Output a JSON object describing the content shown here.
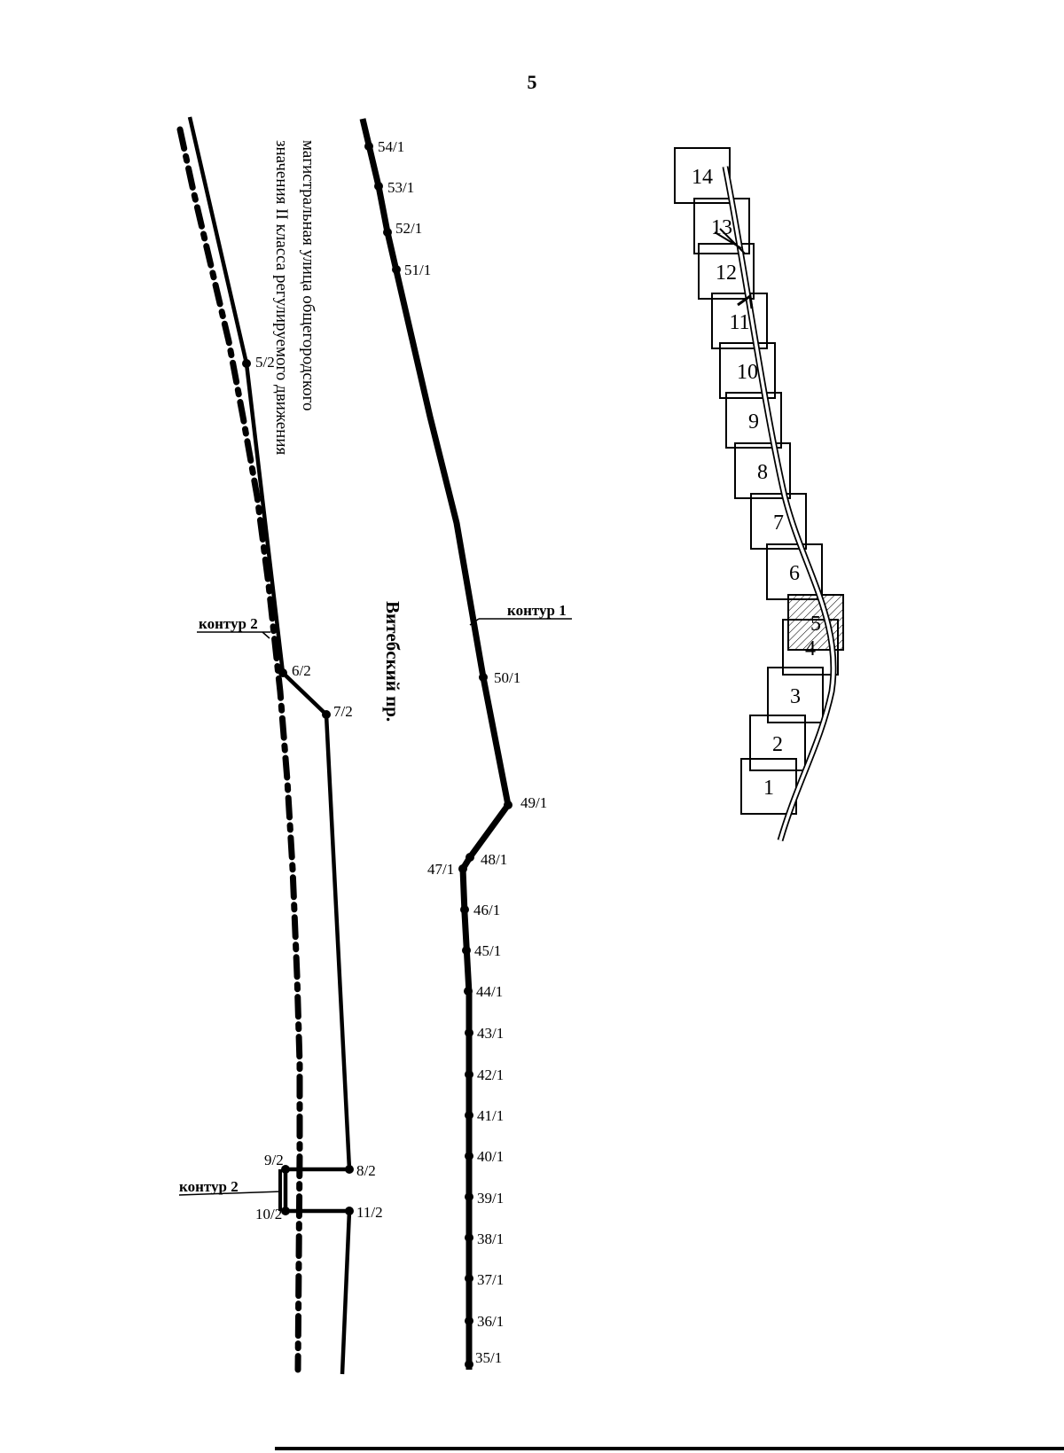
{
  "page_number": "5",
  "street_label": {
    "line1": "магистральная улица общегородского",
    "line2": "значения II класса регулируемого движения"
  },
  "avenue_label": "Витебский пр.",
  "callouts": {
    "contour1": "контур 1",
    "contour2_upper": "контур 2",
    "contour2_lower": "контур 2"
  },
  "contour1_points": [
    {
      "id": "54/1",
      "label": "54/1"
    },
    {
      "id": "53/1",
      "label": "53/1"
    },
    {
      "id": "52/1",
      "label": "52/1"
    },
    {
      "id": "51/1",
      "label": "51/1"
    },
    {
      "id": "50/1",
      "label": "50/1"
    },
    {
      "id": "49/1",
      "label": "49/1"
    },
    {
      "id": "48/1",
      "label": "48/1"
    },
    {
      "id": "47/1",
      "label": "47/1"
    },
    {
      "id": "46/1",
      "label": "46/1"
    },
    {
      "id": "45/1",
      "label": "45/1"
    },
    {
      "id": "44/1",
      "label": "44/1"
    },
    {
      "id": "43/1",
      "label": "43/1"
    },
    {
      "id": "42/1",
      "label": "42/1"
    },
    {
      "id": "41/1",
      "label": "41/1"
    },
    {
      "id": "40/1",
      "label": "40/1"
    },
    {
      "id": "39/1",
      "label": "39/1"
    },
    {
      "id": "38/1",
      "label": "38/1"
    },
    {
      "id": "37/1",
      "label": "37/1"
    },
    {
      "id": "36/1",
      "label": "36/1"
    },
    {
      "id": "35/1",
      "label": "35/1"
    }
  ],
  "contour2_points": [
    {
      "id": "5/2",
      "label": "5/2"
    },
    {
      "id": "6/2",
      "label": "6/2"
    },
    {
      "id": "7/2",
      "label": "7/2"
    },
    {
      "id": "8/2",
      "label": "8/2"
    },
    {
      "id": "9/2",
      "label": "9/2"
    },
    {
      "id": "10/2",
      "label": "10/2"
    },
    {
      "id": "11/2",
      "label": "11/2"
    }
  ],
  "overview_sheets": [
    {
      "label": "1"
    },
    {
      "label": "2"
    },
    {
      "label": "3"
    },
    {
      "label": "4"
    },
    {
      "label": "5",
      "highlighted": true
    },
    {
      "label": "6"
    },
    {
      "label": "7"
    },
    {
      "label": "8"
    },
    {
      "label": "9"
    },
    {
      "label": "10"
    },
    {
      "label": "11"
    },
    {
      "label": "12"
    },
    {
      "label": "13"
    },
    {
      "label": "14"
    }
  ]
}
